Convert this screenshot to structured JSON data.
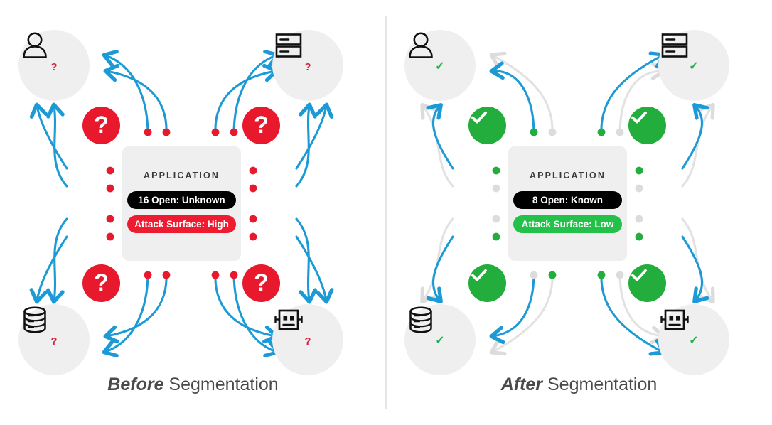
{
  "diagram": {
    "type": "comparison-diagram",
    "title": "Network Segmentation Before / After Comparison",
    "divider": {
      "color": "#e6e6e6"
    },
    "colors": {
      "flow_active": "#1c9ad6",
      "flow_blocked": "#e0e0e0",
      "danger": "#e8192c",
      "success": "#22ad3d",
      "node_bg": "#efefef",
      "card_bg": "#efefef",
      "dark_pill": "#000000",
      "dot_red": "#e8192c",
      "dot_green": "#22ad3d",
      "dot_gray": "#dcdcdc",
      "icon_stroke": "#111111",
      "caption_text": "#4a4a4a"
    },
    "panels": [
      {
        "id": "before",
        "caption_emphasis": "Before",
        "caption_rest": " Segmentation",
        "card": {
          "title": "APPLICATION",
          "pill_ports": "16 Open: Unknown",
          "pill_ports_style": "dark",
          "pill_surface": "Attack Surface: High",
          "pill_surface_style": "red"
        },
        "nodes": [
          {
            "position": "top-left",
            "icon": "user-icon",
            "mark": "?",
            "mark_type": "question"
          },
          {
            "position": "top-right",
            "icon": "server-icon",
            "mark": "?",
            "mark_type": "question"
          },
          {
            "position": "bottom-left",
            "icon": "database-icon",
            "mark": "?",
            "mark_type": "question"
          },
          {
            "position": "bottom-right",
            "icon": "robot-icon",
            "mark": "?",
            "mark_type": "question"
          }
        ],
        "badges": [
          {
            "position": "top-left",
            "symbol": "?",
            "style": "red"
          },
          {
            "position": "top-right",
            "symbol": "?",
            "style": "red"
          },
          {
            "position": "bottom-left",
            "symbol": "?",
            "style": "red"
          },
          {
            "position": "bottom-right",
            "symbol": "?",
            "style": "red"
          }
        ],
        "flows": {
          "active_count": 16,
          "blocked_count": 0,
          "dot_color": "red"
        }
      },
      {
        "id": "after",
        "caption_emphasis": "After",
        "caption_rest": " Segmentation",
        "card": {
          "title": "APPLICATION",
          "pill_ports": "8 Open: Known",
          "pill_ports_style": "dark",
          "pill_surface": "Attack Surface: Low",
          "pill_surface_style": "green"
        },
        "nodes": [
          {
            "position": "top-left",
            "icon": "user-icon",
            "mark": "✓",
            "mark_type": "check"
          },
          {
            "position": "top-right",
            "icon": "server-icon",
            "mark": "✓",
            "mark_type": "check"
          },
          {
            "position": "bottom-left",
            "icon": "database-icon",
            "mark": "✓",
            "mark_type": "check"
          },
          {
            "position": "bottom-right",
            "icon": "robot-icon",
            "mark": "✓",
            "mark_type": "check"
          }
        ],
        "badges": [
          {
            "position": "top-left",
            "symbol": "✓",
            "style": "green"
          },
          {
            "position": "top-right",
            "symbol": "✓",
            "style": "green"
          },
          {
            "position": "bottom-left",
            "symbol": "✓",
            "style": "green"
          },
          {
            "position": "bottom-right",
            "symbol": "✓",
            "style": "green"
          }
        ],
        "flows": {
          "active_count": 8,
          "blocked_count": 8,
          "dot_color": "green-and-gray"
        }
      }
    ]
  }
}
